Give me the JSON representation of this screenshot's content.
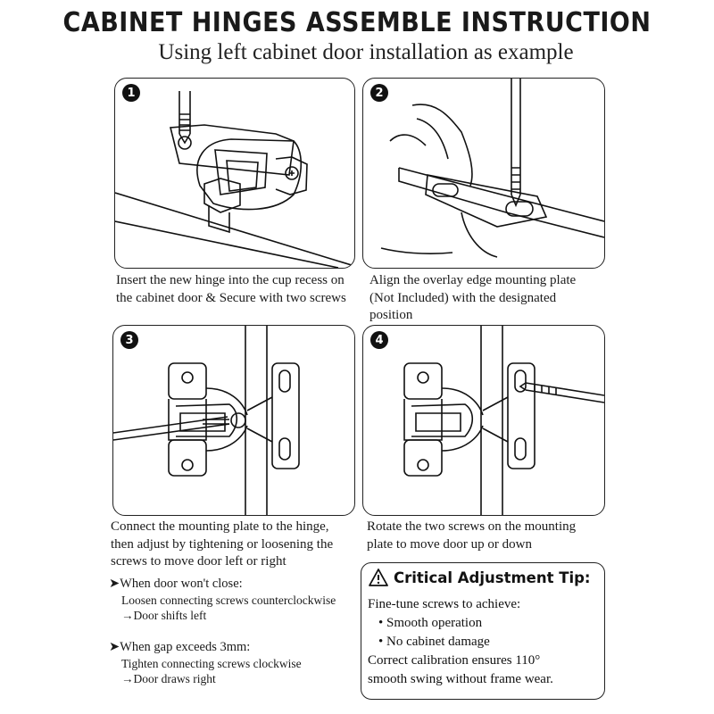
{
  "title": "CABINET HINGES ASSEMBLE INSTRUCTION",
  "subtitle": "Using left cabinet door installation as example",
  "steps": [
    {
      "number": "1",
      "caption_lines": [
        "Insert the new hinge into the cup recess on",
        "the cabinet door & Secure with two screws"
      ]
    },
    {
      "number": "2",
      "caption_lines": [
        "Align the overlay edge mounting plate",
        "(Not Included) with the designated",
        "position"
      ]
    },
    {
      "number": "3",
      "caption_lines": [
        "Connect the mounting plate to the hinge,",
        "then adjust by tightening or loosening the",
        "screws to move door left or right"
      ]
    },
    {
      "number": "4",
      "caption_lines": [
        "Rotate the two screws on the mounting",
        "plate to move door up or down"
      ]
    }
  ],
  "notes": [
    {
      "icon": "arrow-bullet-icon",
      "heading": "When door won't close:",
      "detail": "Loosen connecting screws counterclockwise",
      "result": "→Door shifts left"
    },
    {
      "icon": "arrow-bullet-icon",
      "heading": "When gap exceeds 3mm:",
      "detail": "Tighten connecting screws clockwise",
      "result": "→Door draws right"
    }
  ],
  "tip": {
    "icon": "warning-triangle-icon",
    "title": "Critical Adjustment Tip:",
    "intro": "Fine-tune screws to achieve:",
    "bullets": [
      "Smooth operation",
      "No cabinet damage"
    ],
    "closing_lines": [
      "Correct calibration ensures 110°",
      "smooth swing without frame wear."
    ]
  }
}
